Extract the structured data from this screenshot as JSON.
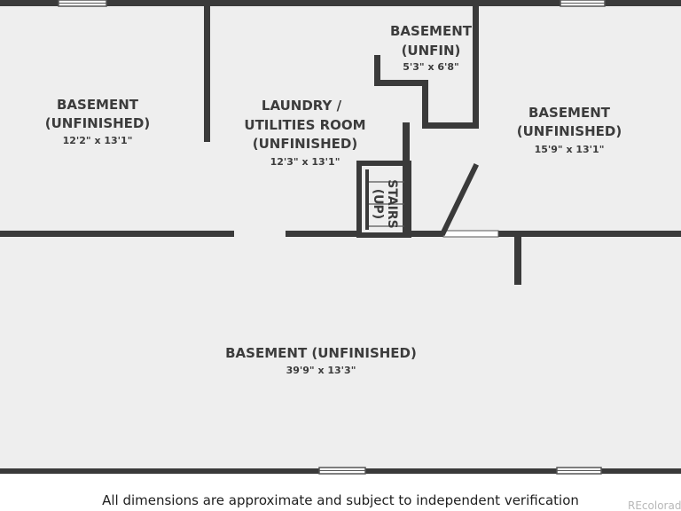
{
  "rooms": {
    "basement_left": {
      "name_line1": "BASEMENT",
      "name_line2": "(UNFINISHED)",
      "dimensions": "12'2\" x 13'1\""
    },
    "laundry": {
      "name_line1": "LAUNDRY /",
      "name_line2": "UTILITIES ROOM",
      "name_line3": "(UNFINISHED)",
      "dimensions": "12'3\" x 13'1\""
    },
    "basement_small": {
      "name_line1": "BASEMENT",
      "name_line2": "(UNFIN)",
      "dimensions": "5'3\" x 6'8\""
    },
    "basement_right": {
      "name_line1": "BASEMENT",
      "name_line2": "(UNFINISHED)",
      "dimensions": "15'9\" x 13'1\""
    },
    "basement_bottom": {
      "name": "BASEMENT (UNFINISHED)",
      "dimensions": "39'9\" x 13'3\""
    }
  },
  "stairs": {
    "label_line1": "STAIRS",
    "label_line2": "(UP)"
  },
  "footer": {
    "disclaimer": "All dimensions are approximate and subject to independent verification",
    "brand": "REcolorado"
  },
  "colors": {
    "floor": "#eeeeee",
    "wall": "#3a3a3a",
    "text": "#3c3c3c",
    "window_frame": "#555555",
    "window_glass": "#ffffff"
  }
}
